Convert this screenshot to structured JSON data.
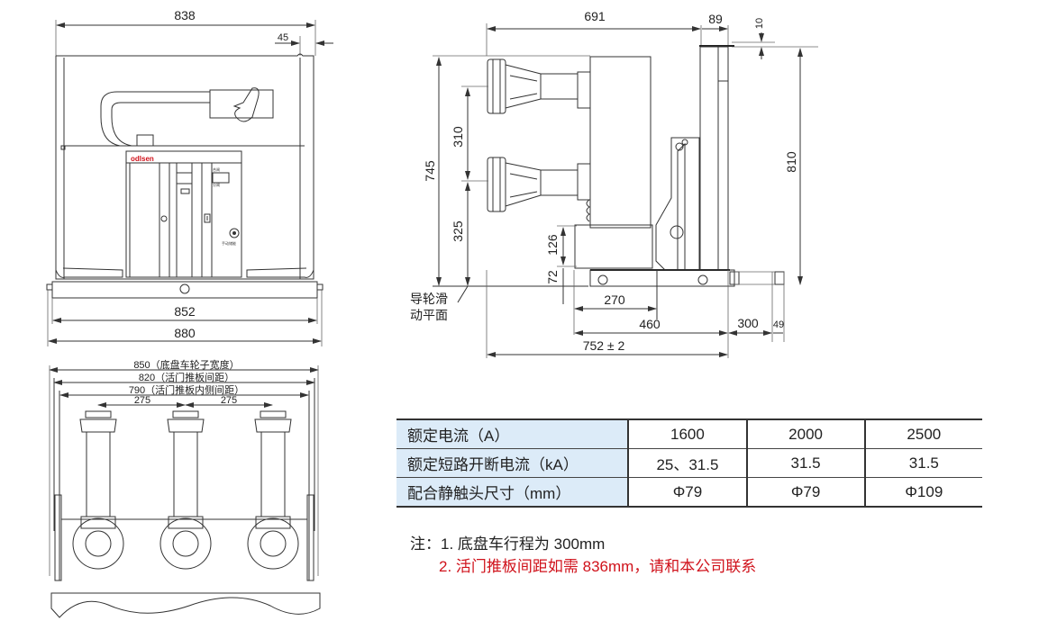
{
  "front_view": {
    "dims": {
      "top_width": "838",
      "right_offset": "45",
      "base_inner": "852",
      "base_outer": "880"
    },
    "panel": {
      "brand": "odlsen",
      "brand_color": "#d0121b",
      "button_label_top": "合闸",
      "button_label_bottom": "分闸",
      "manual_label": "手动储能"
    }
  },
  "top_view": {
    "dims": {
      "wheel_width": "850（底盘车轮子宽度）",
      "shutter_spacing": "820（活门推板间距）",
      "shutter_inner": "790（活门推板内侧间距）",
      "pole_pitch_1": "275",
      "pole_pitch_2": "275"
    }
  },
  "side_view": {
    "dims": {
      "depth": "691",
      "top_offset": "89",
      "top_10": "10",
      "height_total": "745",
      "pole_spacing": "310",
      "lower_pole": "325",
      "h126": "126",
      "h72": "72",
      "h810": "810",
      "w270": "270",
      "w460": "460",
      "w300": "300",
      "w49": "49",
      "w752": "752 ± 2"
    },
    "label_line1": "导轮滑",
    "label_line2": "动平面"
  },
  "spec_table": {
    "header_bg": "#dcebf8",
    "rows": [
      {
        "label": "额定电流（A）",
        "values": [
          "1600",
          "2000",
          "2500"
        ]
      },
      {
        "label": "额定短路开断电流（kA）",
        "values": [
          "25、31.5",
          "31.5",
          "31.5"
        ]
      },
      {
        "label": "配合静触头尺寸（mm）",
        "values": [
          "Φ79",
          "Φ79",
          "Φ109"
        ]
      }
    ]
  },
  "notes": {
    "note1": "注：1. 底盘车行程为 300mm",
    "note2": "2. 活门推板间距如需 836mm，请和本公司联系",
    "note2_color": "#d0121b"
  }
}
